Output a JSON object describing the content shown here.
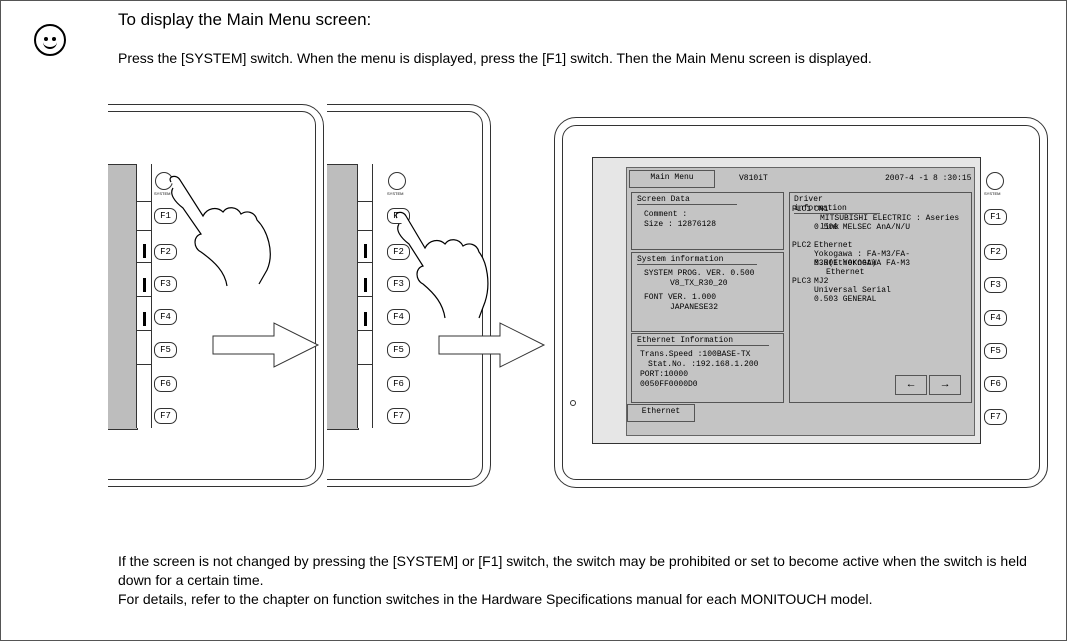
{
  "heading": "To display the Main Menu screen:",
  "instruction": "Press the [SYSTEM] switch.  When the menu is displayed, press the [F1] switch.  Then the Main Menu screen is displayed.",
  "note_1": "If the screen is not changed by pressing the [SYSTEM] or [F1] switch, the switch may be prohibited or set to become active when the switch is held down for a certain time.",
  "note_2": "For details, refer to the chapter on function switches in the Hardware Specifications manual for each MONITOUCH model.",
  "icons": {
    "smiley": "smiley-face-icon",
    "hand": "pointing-hand-icon",
    "arrow": "right-arrow-icon"
  },
  "device": {
    "system_label": "SYSTEM",
    "function_keys": [
      "F1",
      "F2",
      "F3",
      "F4",
      "F5",
      "F6",
      "F7"
    ]
  },
  "screen": {
    "title_button": "Main Menu",
    "model": "V810iT",
    "datetime": "2007-4 -1   8 :30:15",
    "screen_data": {
      "title": "Screen Data",
      "comment": "Comment :",
      "size": "Size    : 12876128"
    },
    "system_info": {
      "title": "System information",
      "prog_ver": "SYSTEM PROG. VER. 0.500",
      "prog_sub": "V8_TX_R30_20",
      "font_ver": "FONT  VER. 1.000",
      "font_sub": "JAPANESE32"
    },
    "ethernet_info": {
      "title": "Ethernet Information",
      "speed": "Trans.Speed :100BASE-TX",
      "stat": "Stat.No. :192.168.1.200",
      "port": "PORT:10000",
      "mac": "0050FF0000D0"
    },
    "driver_info": {
      "title": "Driver information",
      "plc1_label": "PLC1",
      "plc1_port": "CN1",
      "plc1_maker": "MITSUBISHI ELECTRIC : Aseries link",
      "plc1_ver": "0.506  MELSEC AnA/N/U",
      "plc2_label": "PLC2",
      "plc2_port": "Ethernet",
      "plc2_maker": "Yokogawa : FA-M3/FA-M3R(Ethernet)",
      "plc2_ver": "0.501  YOKOGAWA FA-M3",
      "plc2_sub": "Ethernet",
      "plc3_label": "PLC3",
      "plc3_port": "MJ2",
      "plc3_maker": "Universal Serial",
      "plc3_ver": "0.503  GENERAL"
    },
    "prev_arrow": "←",
    "next_arrow": "→",
    "ethernet_button": "Ethernet"
  }
}
